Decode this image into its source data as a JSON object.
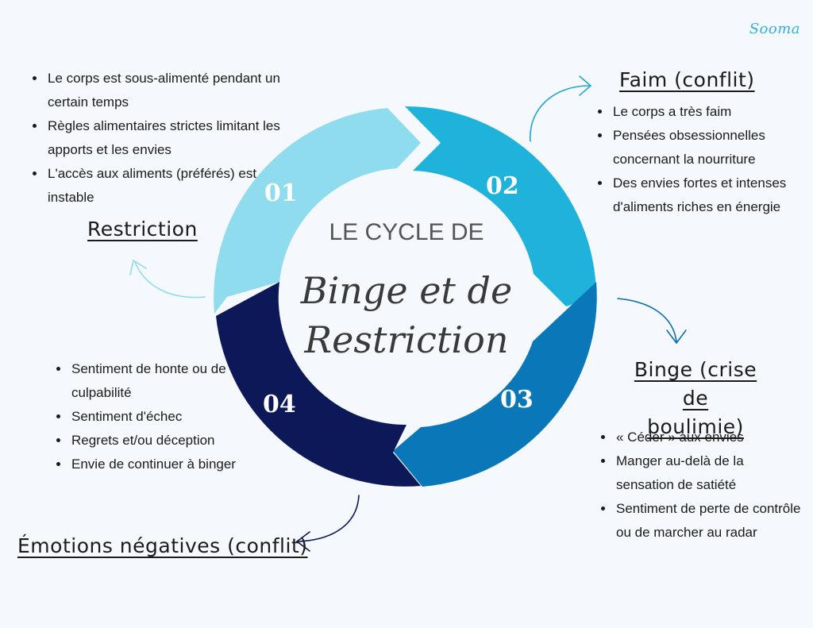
{
  "brand": "Sooma",
  "center": {
    "title_line": "LE CYCLE DE",
    "script_line1": "Binge et de",
    "script_line2": "Restriction"
  },
  "segments": [
    {
      "number": "01",
      "color": "#8fdcef"
    },
    {
      "number": "02",
      "color": "#1fb3db"
    },
    {
      "number": "03",
      "color": "#0a78b8"
    },
    {
      "number": "04",
      "color": "#0d1858"
    }
  ],
  "stages": [
    {
      "heading": "Restriction",
      "bullets": [
        "Le corps est sous-alimenté pendant un certain temps",
        "Règles alimentaires strictes limitant les apports et les envies",
        "L'accès aux aliments (préférés) est instable"
      ]
    },
    {
      "heading": "Faim (conflit)",
      "bullets": [
        "Le corps a très faim",
        "Pensées obsessionnelles concernant la nourriture",
        "Des envies fortes et intenses d'aliments riches en énergie"
      ]
    },
    {
      "heading_line1": "Binge (crise de",
      "heading_line2": "boulimie)",
      "bullets": [
        "« Céder » aux envies",
        "Manger au-delà de la sensation de satiété",
        "Sentiment de perte de contrôle ou de marcher au radar"
      ]
    },
    {
      "heading": "Émotions négatives (conflit)",
      "bullets": [
        "Sentiment de honte ou de culpabilité",
        "Sentiment d'échec",
        "Regrets et/ou déception",
        "Envie de continuer à binger"
      ]
    }
  ]
}
